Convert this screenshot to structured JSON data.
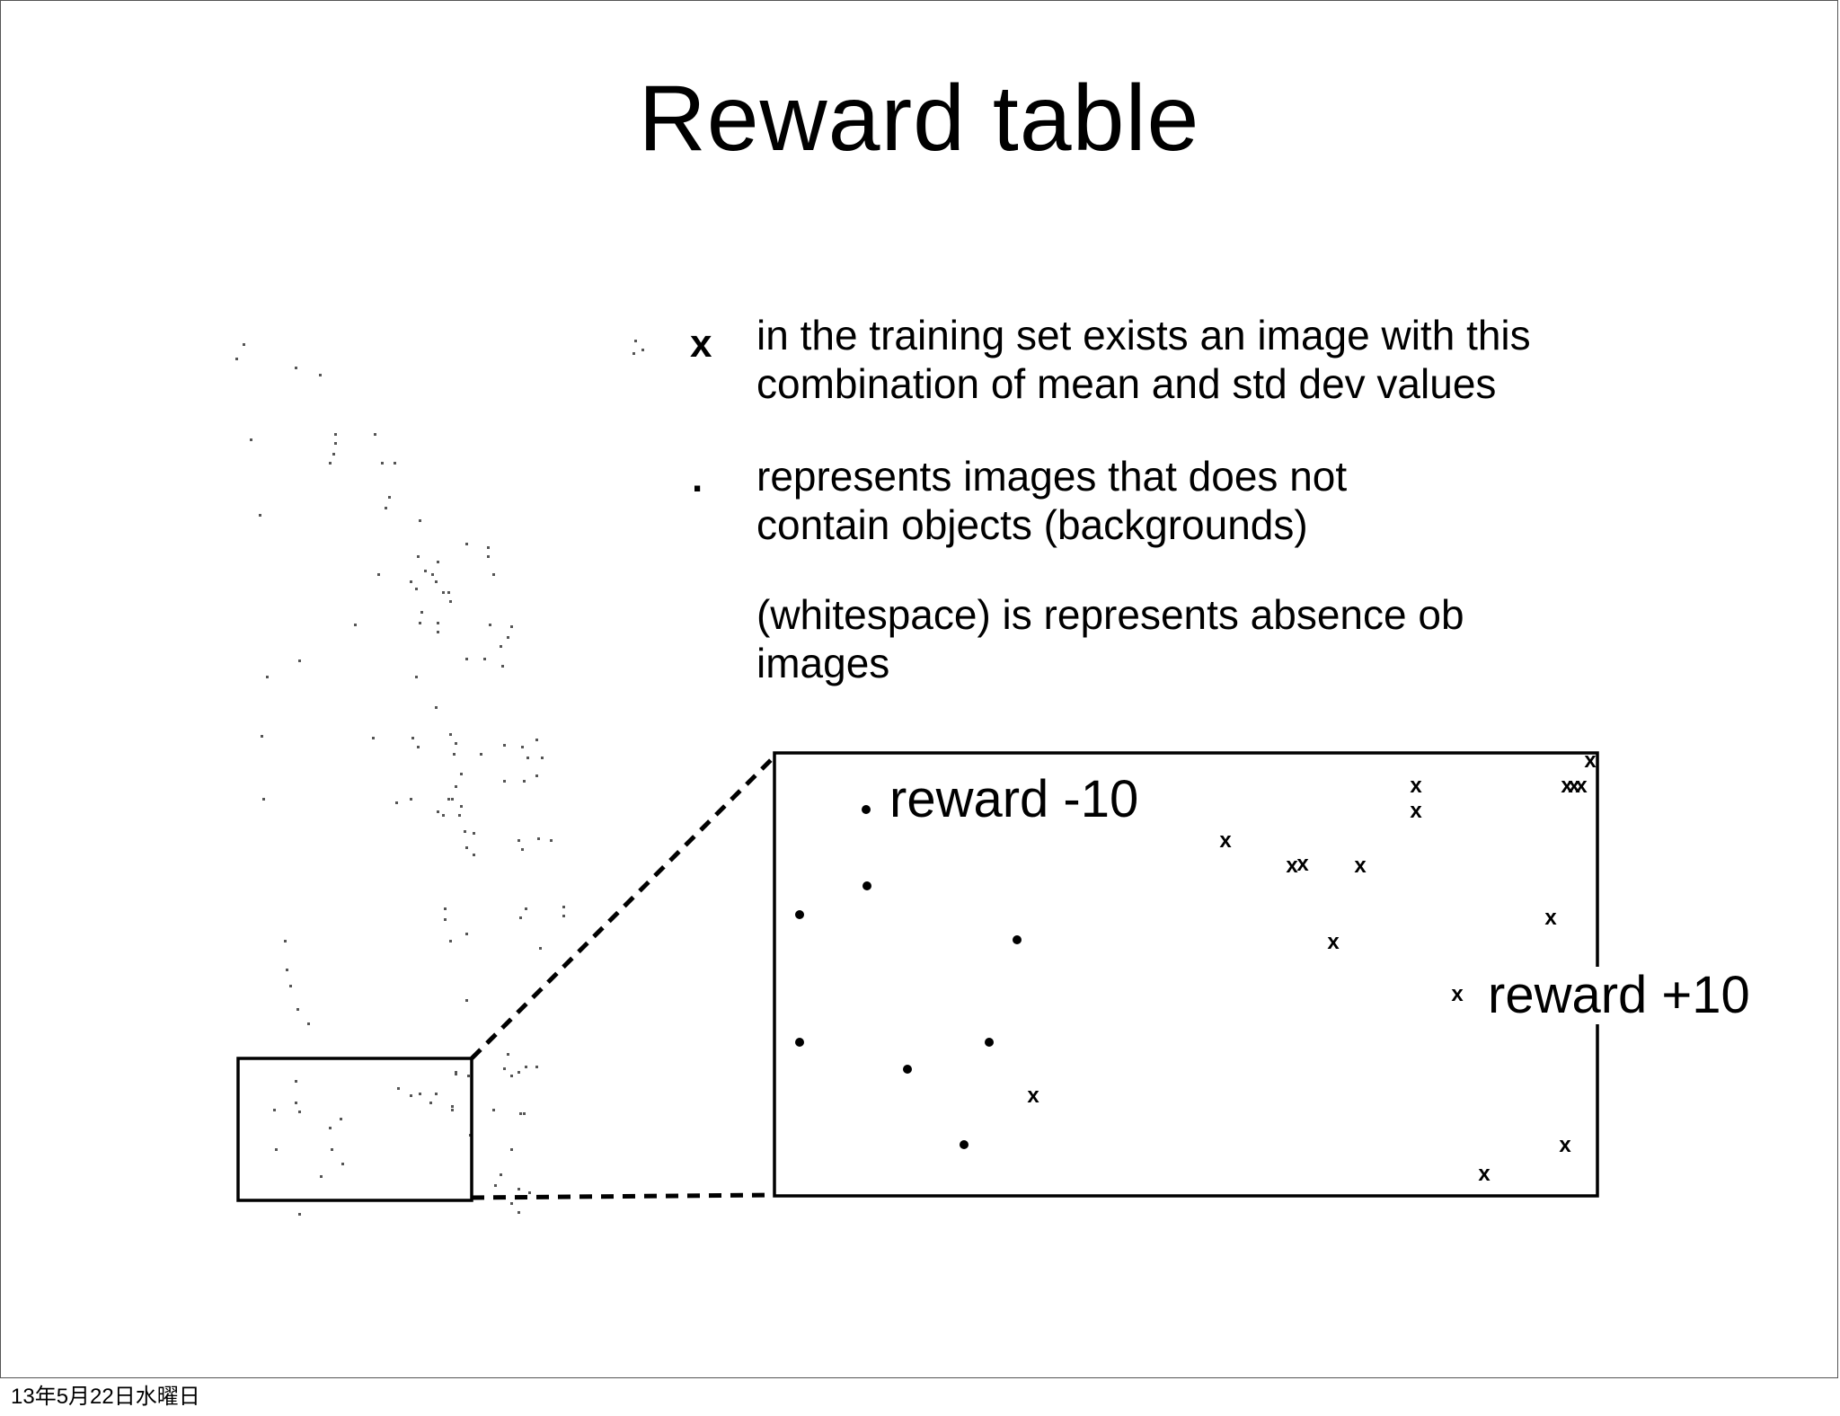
{
  "title": "Reward table",
  "legend": [
    {
      "symbol": "x",
      "lines": [
        "in the training set exists an image with this",
        "combination of mean and std dev values"
      ]
    },
    {
      "symbol": ".",
      "lines": [
        "represents images that does not",
        "contain objects (backgrounds)"
      ]
    },
    {
      "symbol": "",
      "lines": [
        "(whitespace) is represents absence ob",
        "images"
      ]
    }
  ],
  "callouts": {
    "negative": "reward -10",
    "positive": "reward +10"
  },
  "footer": {
    "date": "13年5月22日水曜日"
  },
  "colors": {
    "ink": "#000000",
    "scatter": "#555555",
    "background": "#ffffff"
  }
}
